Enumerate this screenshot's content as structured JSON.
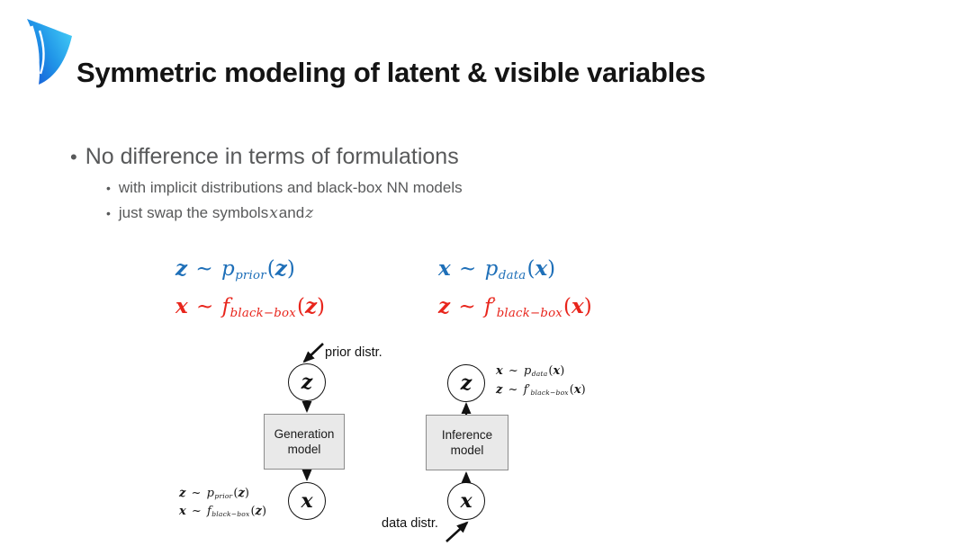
{
  "colors": {
    "title_black": "#141414",
    "body_gray": "#58595a",
    "formula_blue": "#1e6fb8",
    "formula_red": "#e8251c",
    "box_fill": "#e9e9e9",
    "box_border": "#8c8c8c",
    "logo_cyan": "#3cc8f5",
    "logo_blue": "#1557d6"
  },
  "header": {
    "title": "Symmetric modeling of latent & visible variables"
  },
  "bullets": {
    "marker": "•",
    "main": "No difference in terms of formulations",
    "sub1": "with implicit distributions and black-box NN models",
    "sub2": {
      "prefix": "just swap the symbols ",
      "var1": "x",
      "mid": " and ",
      "var2": "z"
    }
  },
  "equations": {
    "prior": {
      "lhs": "z",
      "sim": "~",
      "func": "p",
      "prime": "",
      "sub": "prior",
      "lparen": "(",
      "arg": "z",
      "rparen": ")"
    },
    "generation": {
      "lhs": "x",
      "sim": "~",
      "func": "f",
      "prime": "",
      "sub": "black−box",
      "lparen": "(",
      "arg": "z",
      "rparen": ")"
    },
    "data": {
      "lhs": "x",
      "sim": "~",
      "func": "p",
      "prime": "",
      "sub": "data",
      "lparen": "(",
      "arg": "x",
      "rparen": ")"
    },
    "inference": {
      "lhs": "z",
      "sim": "~",
      "func": "f",
      "prime": "′",
      "sub": "black−box",
      "lparen": "(",
      "arg": "x",
      "rparen": ")"
    }
  },
  "diagram": {
    "generation": {
      "external_label": "prior distr.",
      "top_node": "z",
      "box_line1": "Generation",
      "box_line2": "model",
      "bottom_node": "x"
    },
    "inference": {
      "external_label": "data distr.",
      "top_node": "z",
      "box_line1": "Inference",
      "box_line2": "model",
      "bottom_node": "x"
    }
  }
}
